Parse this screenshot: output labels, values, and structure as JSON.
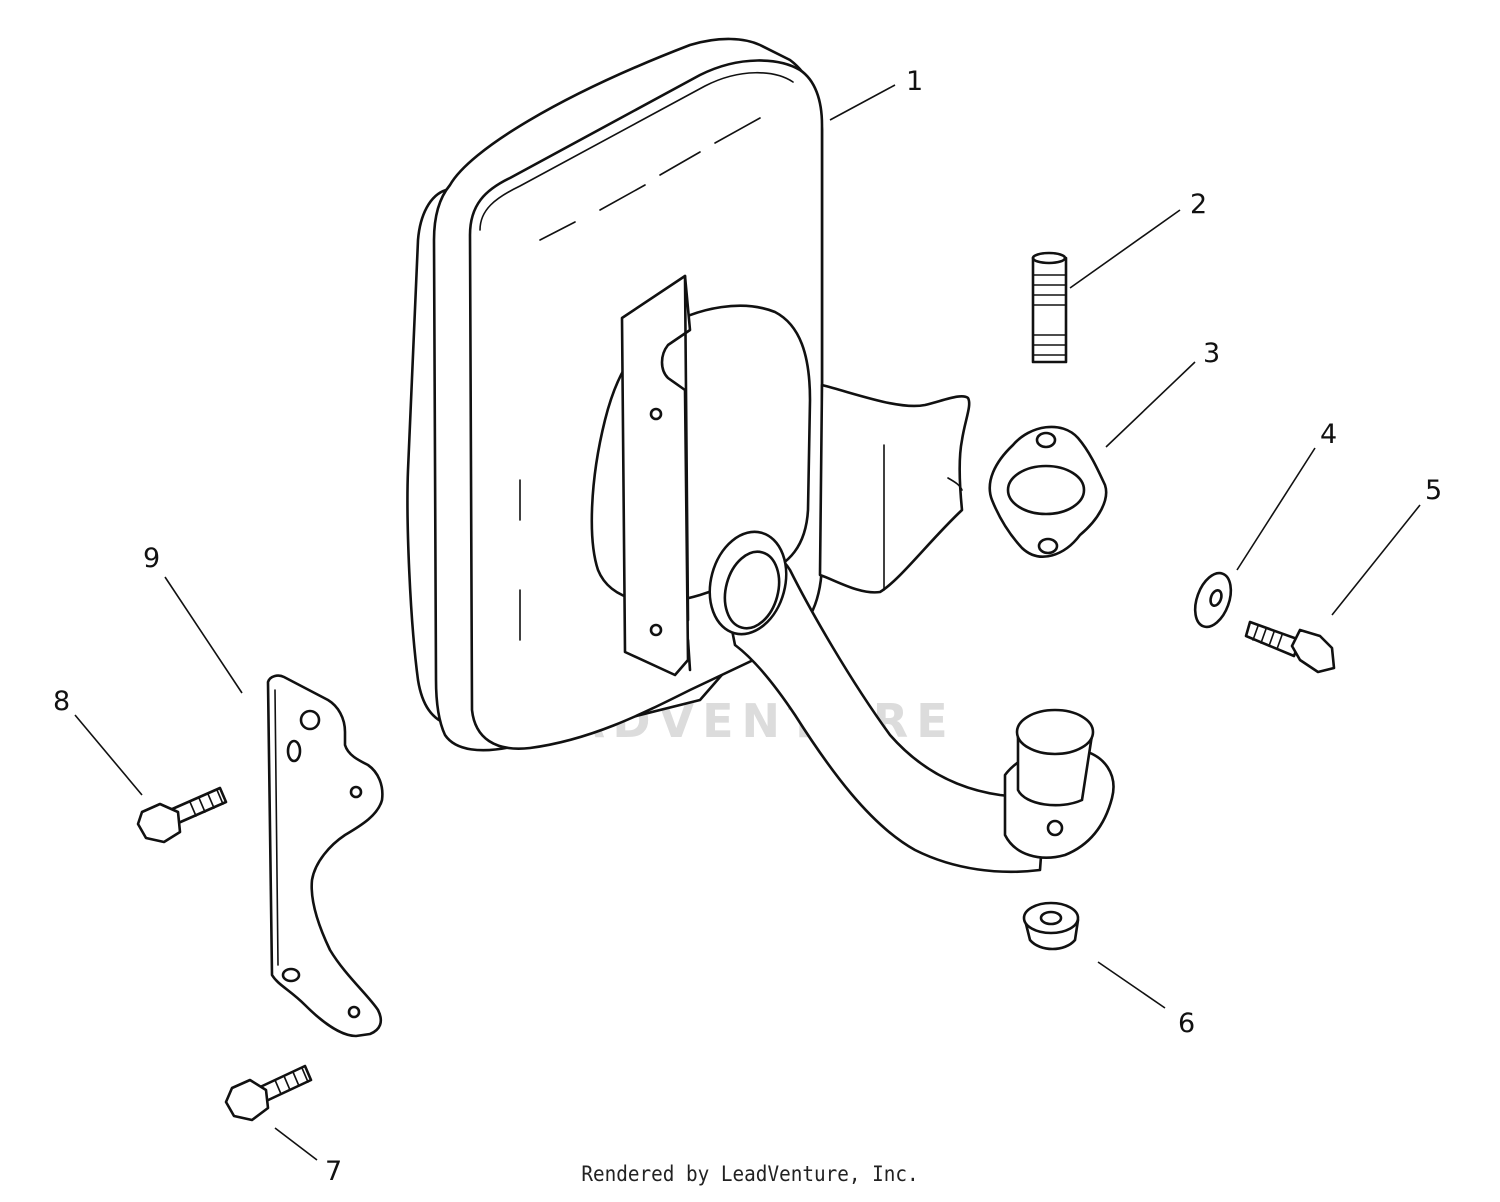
{
  "callouts": [
    "1",
    "2",
    "3",
    "4",
    "5",
    "6",
    "7",
    "8",
    "9"
  ],
  "watermark": "LEADVENTURE",
  "footer_text": "Rendered by LeadVenture, Inc."
}
